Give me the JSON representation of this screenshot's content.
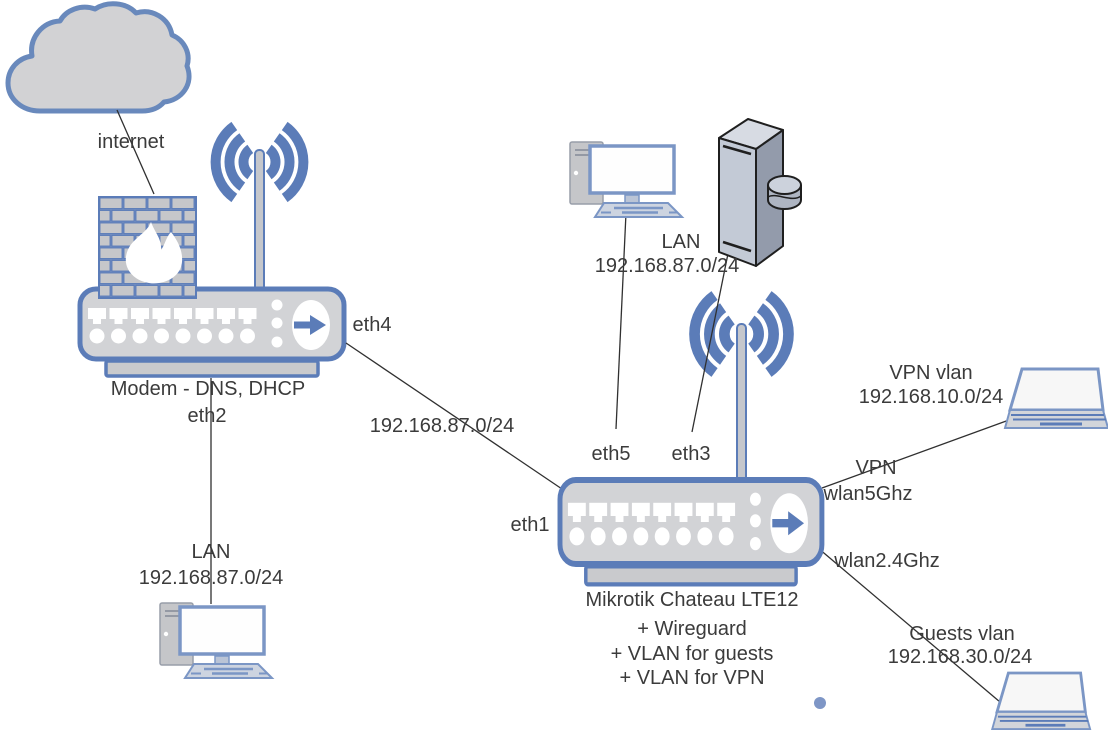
{
  "colors": {
    "accent_blue": "#5b7cb8",
    "shape_gray": "#d2d3d6",
    "text": "#3b3b3b",
    "line": "#303030"
  },
  "nodes": {
    "internet": {
      "label": "internet"
    },
    "modem": {
      "name": "Modem - DNS, DHCP",
      "port": "eth2"
    },
    "mikrotik": {
      "name": "Mikrotik Chateau LTE12",
      "features": [
        "+ Wireguard",
        "+ VLAN for guests",
        "+ VLAN for VPN"
      ]
    }
  },
  "ports": {
    "eth1": "eth1",
    "eth3": "eth3",
    "eth4": "eth4",
    "eth5": "eth5"
  },
  "wireless": {
    "vpn": "VPN",
    "wlan5": "wlan5Ghz",
    "wlan24": "wlan2.4Ghz"
  },
  "networks": {
    "modem_link": "192.168.87.0/24",
    "lan_left": {
      "title": "LAN",
      "subnet": "192.168.87.0/24"
    },
    "lan_center": {
      "title": "LAN",
      "subnet": "192.168.87.0/24"
    },
    "vpn_vlan": {
      "title": "VPN vlan",
      "subnet": "192.168.10.0/24"
    },
    "guests_vlan": {
      "title": "Guests vlan",
      "subnet": "192.168.30.0/24"
    }
  }
}
